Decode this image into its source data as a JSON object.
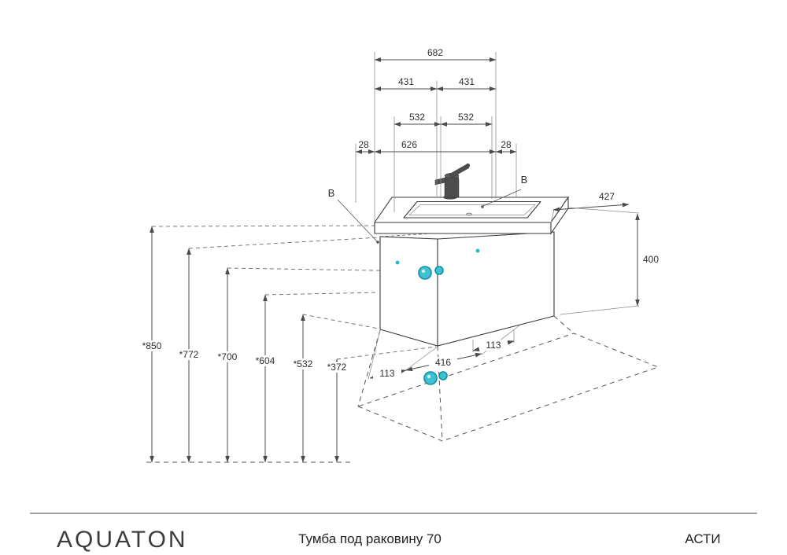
{
  "footer": {
    "brand": "AQUATON",
    "product": "Тумба под раковину 70",
    "model": "АСТИ"
  },
  "dims": {
    "d682": "682",
    "d431l": "431",
    "d431r": "431",
    "d532l": "532",
    "d532r": "532",
    "d28l": "28",
    "d626": "626",
    "d28r": "28",
    "d427": "427",
    "d400": "400",
    "h850": "*850",
    "h772": "*772",
    "h700": "*700",
    "h604": "*604",
    "h532": "*532",
    "h372": "*372",
    "b113l": "113",
    "b416": "416",
    "b113r": "113",
    "calloutB1": "B",
    "calloutB2": "B"
  },
  "colors": {
    "teal_fill": "#3fc1d0",
    "teal_stroke": "#0e8fa2",
    "line": "#3a3a3a"
  }
}
